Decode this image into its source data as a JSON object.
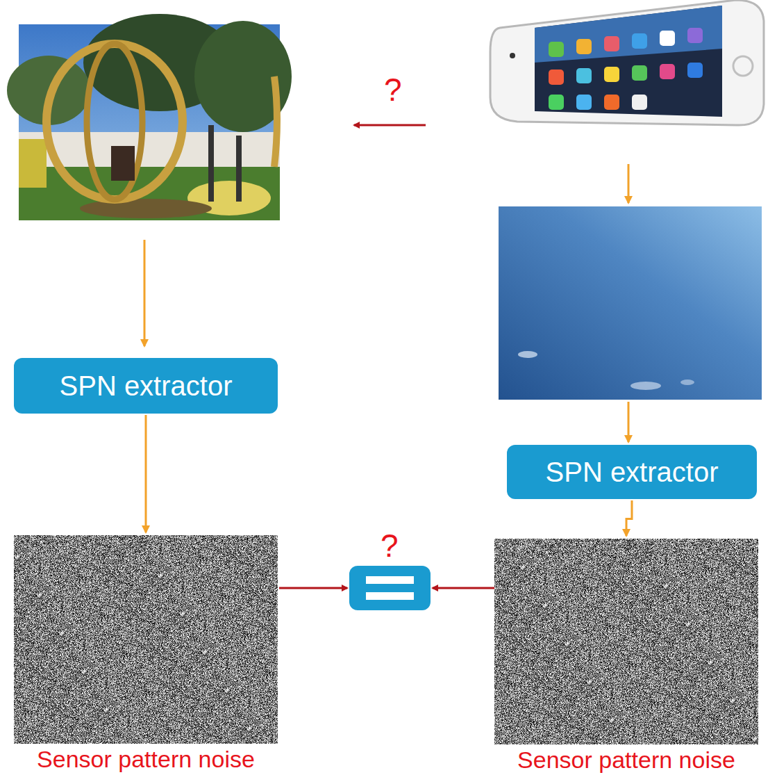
{
  "diagram": {
    "nodes": [
      {
        "text": [
          "SPN extractor"
        ]
      },
      {
        "text": [
          "SPN extractor"
        ]
      },
      {
        "text": [
          "Sensor pattern noise"
        ]
      },
      {
        "text": [
          "Sensor pattern noise"
        ]
      }
    ],
    "edges": [
      {
        "from": 0,
        "to": 2,
        "arrow": "to"
      },
      {
        "from": 1,
        "to": 3,
        "arrow": "to"
      }
    ],
    "labels": [
      "?",
      "?"
    ]
  }
}
